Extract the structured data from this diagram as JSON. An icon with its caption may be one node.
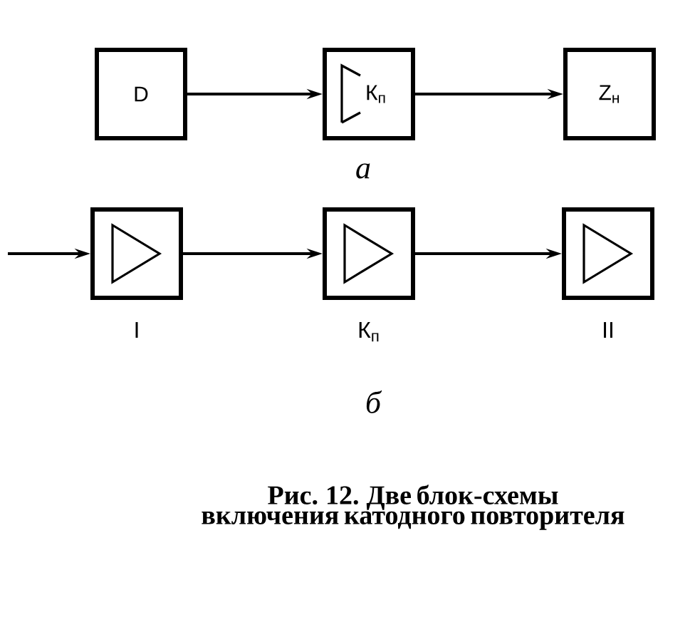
{
  "diagram": {
    "caption": "Рис. 12. Две блок-схемы включения катодного повторителя",
    "nodes": [
      {
        "text": [
          "D"
        ]
      },
      {
        "text": [
          "К$_{п}$"
        ]
      },
      {
        "text": [
          "Z$_{н}$"
        ]
      },
      {
        "text": [],
        "shape": "box",
        "beside": [
          "I"
        ]
      },
      {
        "text": [],
        "shape": "box",
        "beside": [
          "К$_{п}$"
        ]
      },
      {
        "text": [],
        "shape": "box",
        "beside": [
          "II"
        ]
      }
    ],
    "edges": [
      {
        "from": 0,
        "to": 1,
        "arrow": "to"
      },
      {
        "from": 1,
        "to": 2,
        "arrow": "to"
      },
      {
        "from": null,
        "to": 3,
        "arrow": "to"
      },
      {
        "from": 3,
        "to": 4,
        "arrow": "to"
      },
      {
        "from": 4,
        "to": 5,
        "arrow": "to"
      }
    ],
    "labels": [
      "а",
      "б"
    ]
  }
}
